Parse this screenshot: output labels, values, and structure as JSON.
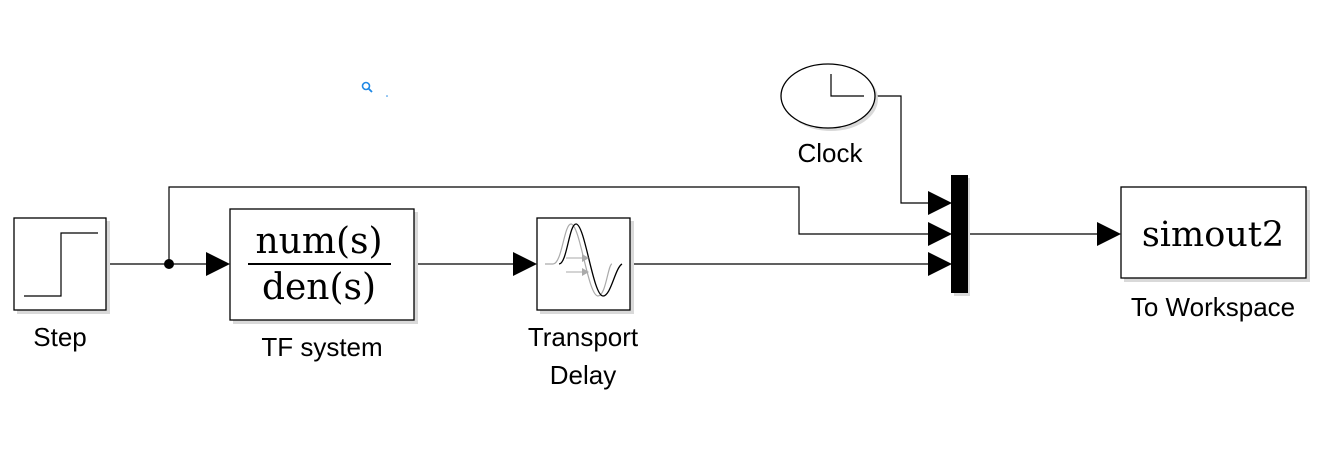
{
  "diagram": {
    "blocks": {
      "step": {
        "label": "Step"
      },
      "tf": {
        "label": "TF system",
        "numerator": "num(s)",
        "denominator": "den(s)"
      },
      "delay": {
        "label_line1": "Transport",
        "label_line2": "Delay"
      },
      "clock": {
        "label": "Clock"
      },
      "mux": {
        "label": ""
      },
      "workspace": {
        "label": "To Workspace",
        "variable": "simout2"
      }
    },
    "colors": {
      "line": "#000000",
      "block_fill": "#ffffff",
      "shadow": "#d9d9d9",
      "zoom_icon": "#1e88e5",
      "delay_wave": "#999999"
    },
    "icons": {
      "zoom": "magnifier-icon"
    }
  }
}
